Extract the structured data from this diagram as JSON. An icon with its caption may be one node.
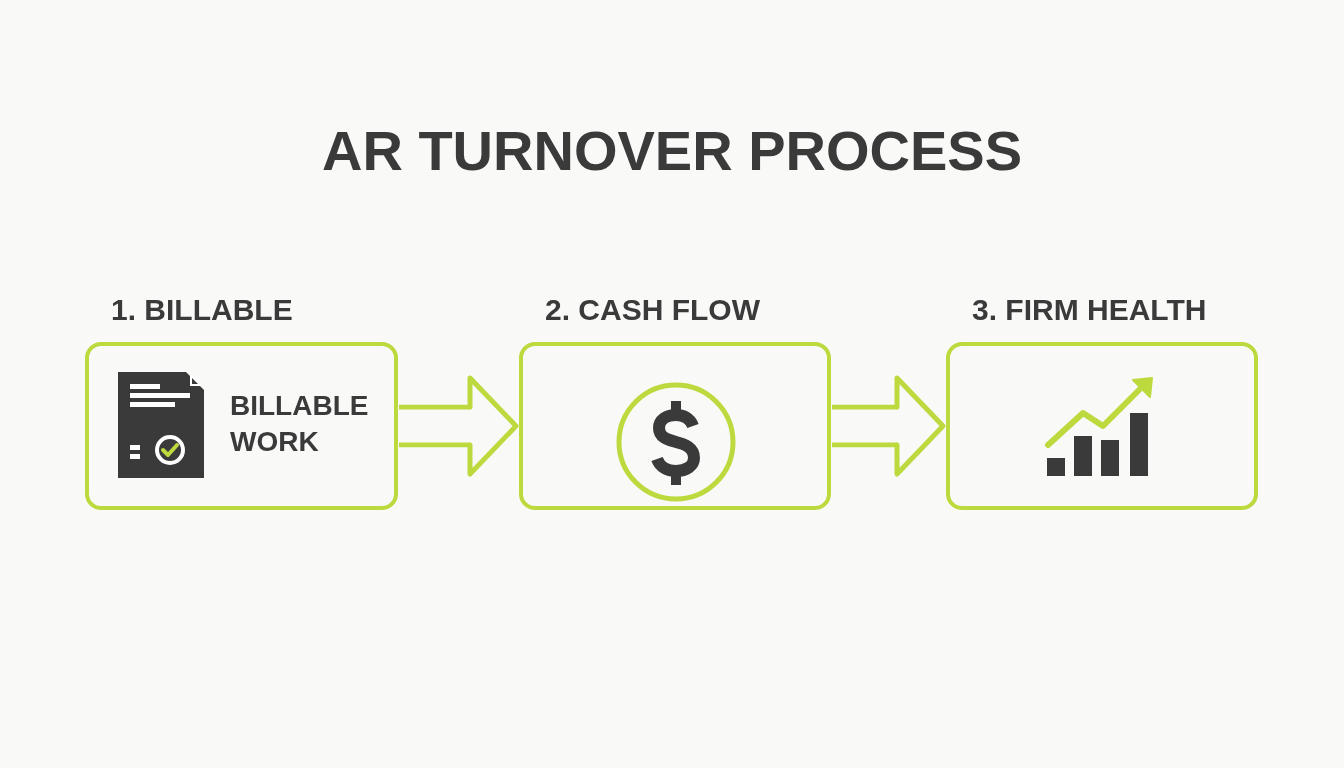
{
  "diagram": {
    "title": "AR TURNOVER PROCESS",
    "nodes": [
      {
        "text": [
          "1. BILLABLE",
          "BILLABLE WORK"
        ]
      },
      {
        "text": [
          "2. CASH FLOW"
        ]
      },
      {
        "text": [
          "3. FIRM HEALTH"
        ]
      }
    ],
    "edges": [
      {
        "from": 0,
        "to": 1,
        "arrow": "to"
      },
      {
        "from": 1,
        "to": 2,
        "arrow": "to"
      }
    ]
  }
}
